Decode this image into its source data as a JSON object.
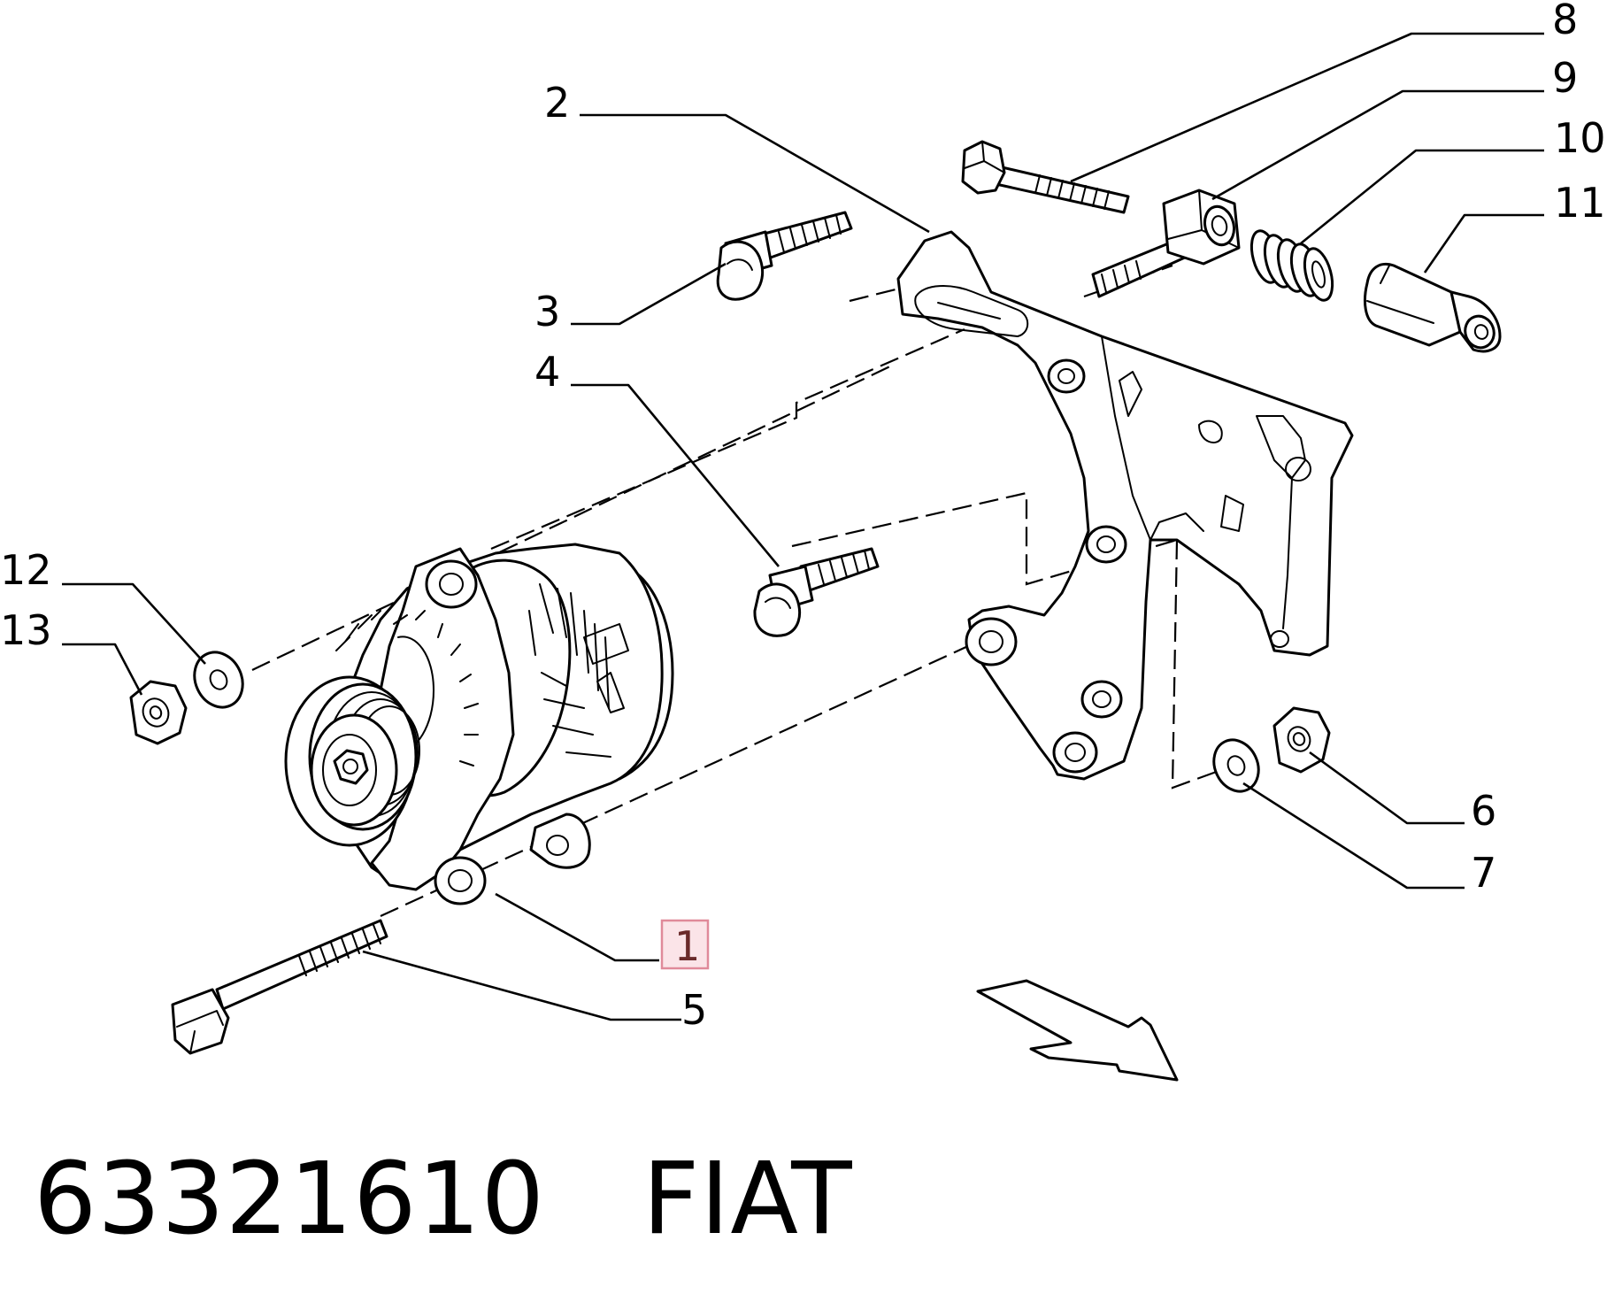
{
  "diagram": {
    "callouts": {
      "c1": "1",
      "c2": "2",
      "c3": "3",
      "c4": "4",
      "c5": "5",
      "c6": "6",
      "c7": "7",
      "c8": "8",
      "c9": "9",
      "c10": "10",
      "c11": "11",
      "c12": "12",
      "c13": "13"
    },
    "highlighted_callout": "1",
    "highlight_color": "#e08a9a"
  },
  "footer": {
    "part_number": "63321610",
    "brand": "FIAT"
  }
}
